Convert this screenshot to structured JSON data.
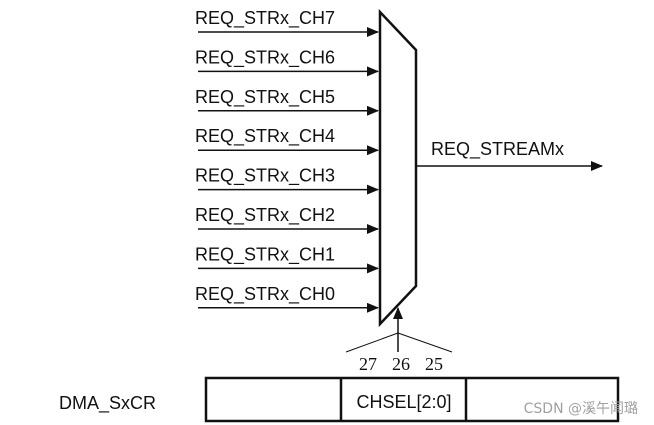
{
  "inputs": [
    "REQ_STRx_CH7",
    "REQ_STRx_CH6",
    "REQ_STRx_CH5",
    "REQ_STRx_CH4",
    "REQ_STRx_CH3",
    "REQ_STRx_CH2",
    "REQ_STRx_CH1",
    "REQ_STRx_CH0"
  ],
  "output": "REQ_STREAMx",
  "select_bits": [
    "27",
    "26",
    "25"
  ],
  "register": {
    "name": "DMA_SxCR",
    "field": "CHSEL[2:0]"
  },
  "watermark": "CSDN @溪午闻璐"
}
